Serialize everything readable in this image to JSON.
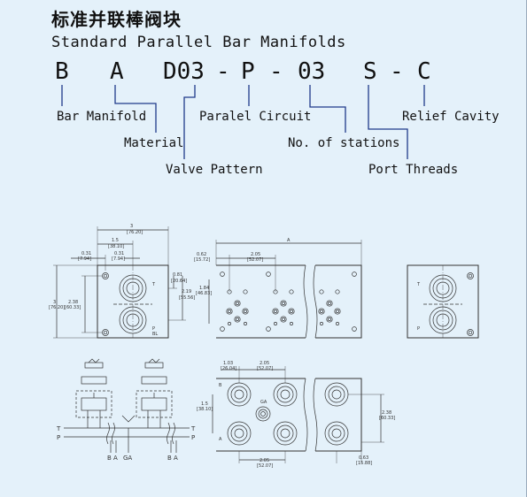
{
  "title_cn": "标准并联棒阀块",
  "title_en": "Standard Parallel Bar Manifolds",
  "code": {
    "c1": "B",
    "c2": "A",
    "c3": "D03",
    "c4": "-",
    "c5": "P",
    "c6": "-",
    "c7": "03",
    "c8": "S",
    "c9": "-",
    "c10": "C"
  },
  "labels": {
    "bar_manifold": "Bar Manifold",
    "material": "Material",
    "valve_pattern": "Valve Pattern",
    "paralel_circuit": "Paralel Circuit",
    "no_of_stations": "No. of stations",
    "port_threads": "Port Threads",
    "relief_cavity": "Relief Cavity"
  },
  "drawing": {
    "dim_3": "3",
    "dim_3_mm": "[76.20]",
    "dim_15": "1.5",
    "dim_15_mm": "[38.10]",
    "dim_031a": "0.31",
    "dim_031a_mm": "[7.94]",
    "dim_031b": "0.31",
    "dim_031b_mm": "[7.94]",
    "dim_081": "0.81",
    "dim_081_mm": "[20.64]",
    "dim_219": "2.19",
    "dim_219_mm": "[55.56]",
    "dim_238": "2.38",
    "dim_238_mm": "[60.33]",
    "dim_3v": "3",
    "dim_3v_mm": "[76.20]",
    "port_t": "T",
    "port_p": "P",
    "port_bl": "BL",
    "dim_062": "0.62",
    "dim_062_mm": "[15.72]",
    "dim_205": "2.05",
    "dim_205_mm": "[52.07]",
    "dim_a": "A",
    "dim_184": "1.84",
    "dim_184_mm": "[46.83]",
    "dim_103": "1.03",
    "dim_103_mm": "[26.04]",
    "dim_205b": "2.05",
    "dim_205b_mm": "[52.07]",
    "dim_205c": "2.05",
    "dim_205c_mm": "[52.07]",
    "dim_15b": "1.5",
    "dim_15b_mm": "[38.10]",
    "dim_238b": "2.38",
    "dim_238b_mm": "[60.33]",
    "dim_063": "0.63",
    "dim_063_mm": "[15.88]",
    "port_b": "B",
    "port_a": "A",
    "port_ga": "GA",
    "sch_t": "T",
    "sch_p": "P",
    "sch_b": "B",
    "sch_a": "A",
    "sch_ga": "GA",
    "sch_b2": "B",
    "sch_a2": "A",
    "sch_t2": "T",
    "sch_p2": "P"
  }
}
